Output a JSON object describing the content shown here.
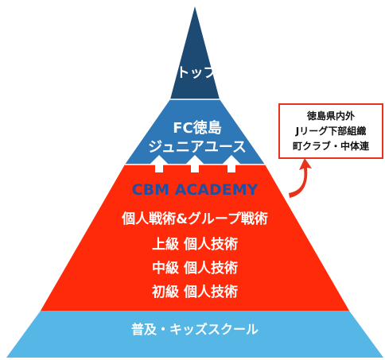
{
  "colors": {
    "top_tier": "#1c4a73",
    "youth_tier": "#2f78b7",
    "academy_tier": "#ff2a0a",
    "base_tier": "#56b6e6",
    "academy_title": "#1f4fa0",
    "callout_border": "#e8321c"
  },
  "tiers": {
    "top": {
      "label": "トップ"
    },
    "youth": {
      "line1": "FC徳島",
      "line2": "ジュニアユース"
    },
    "academy": {
      "title": "CBM ACADEMY",
      "lines": [
        "個人戦術&グループ戦術",
        "上級 個人技術",
        "中級 個人技術",
        "初級 個人技術"
      ]
    },
    "base": {
      "label": "普及・キッズスクール"
    }
  },
  "callout": {
    "lines": [
      "徳島県内外",
      "Jリーグ下部組織",
      "町クラブ・中体連"
    ]
  },
  "icons": [
    "up-arrow-icon",
    "up-arrow-icon",
    "up-arrow-icon",
    "curved-arrow-icon"
  ]
}
